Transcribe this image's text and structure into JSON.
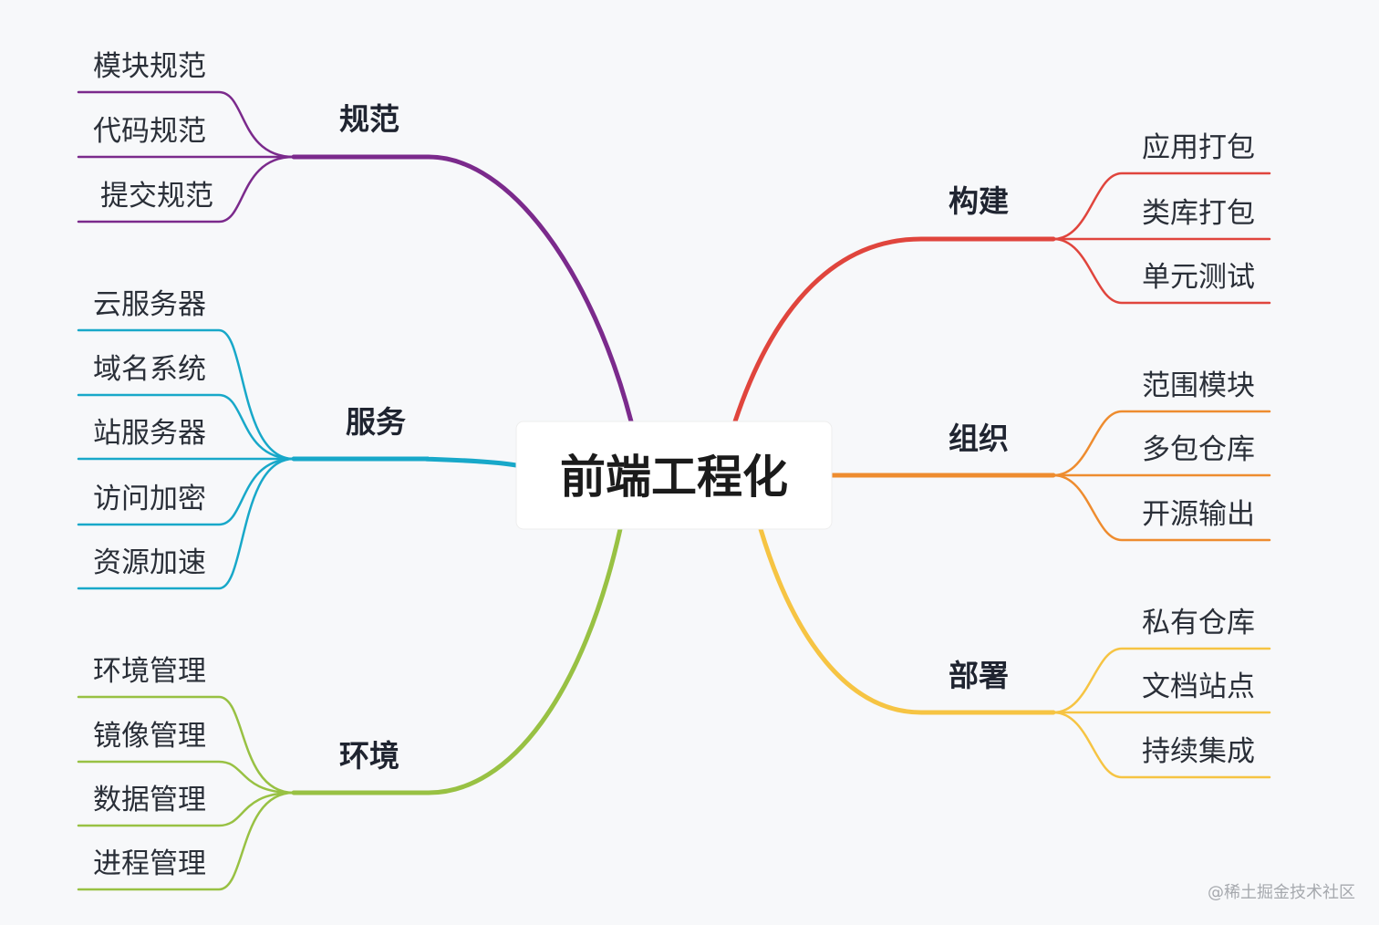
{
  "root": {
    "label": "前端工程化"
  },
  "branches": [
    {
      "id": "spec",
      "label": "规范",
      "color": "#7b2a8c",
      "leaves": [
        "模块规范",
        "代码规范",
        "提交规范"
      ]
    },
    {
      "id": "service",
      "label": "服务",
      "color": "#18a8c9",
      "leaves": [
        "云服务器",
        "域名系统",
        "站服务器",
        "访问加密",
        "资源加速"
      ]
    },
    {
      "id": "env",
      "label": "环境",
      "color": "#98c143",
      "leaves": [
        "环境管理",
        "镜像管理",
        "数据管理",
        "进程管理"
      ]
    },
    {
      "id": "build",
      "label": "构建",
      "color": "#e0453d",
      "leaves": [
        "应用打包",
        "类库打包",
        "单元测试"
      ]
    },
    {
      "id": "org",
      "label": "组织",
      "color": "#ee8c2f",
      "leaves": [
        "范围模块",
        "多包仓库",
        "开源输出"
      ]
    },
    {
      "id": "deploy",
      "label": "部署",
      "color": "#f6c443",
      "leaves": [
        "私有仓库",
        "文档站点",
        "持续集成"
      ]
    }
  ],
  "watermark": "@稀土掘金技术社区"
}
